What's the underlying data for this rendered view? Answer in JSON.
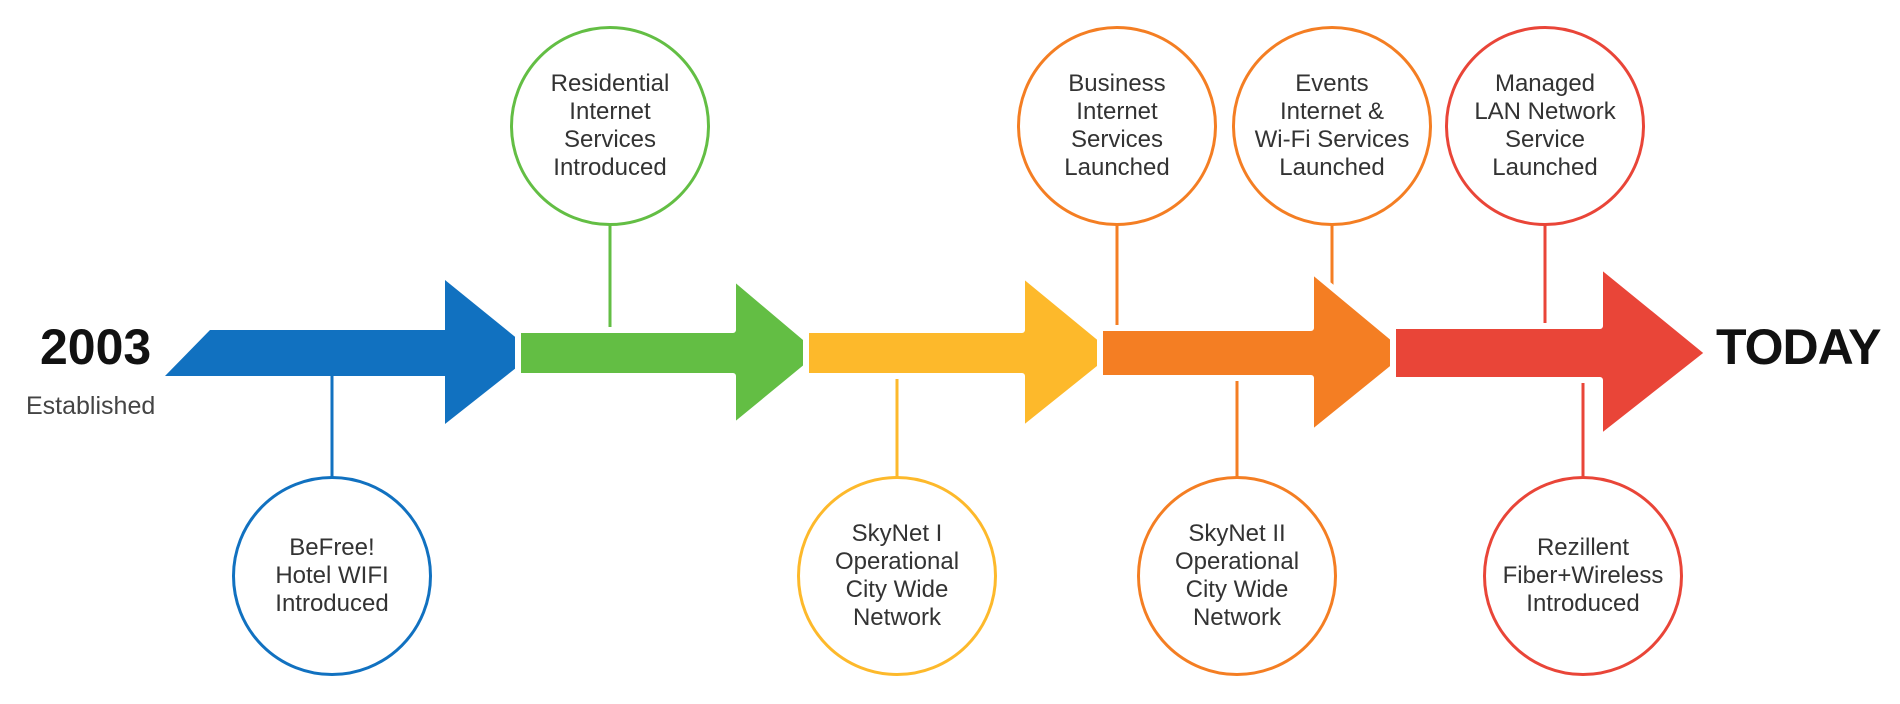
{
  "start": {
    "year": "2003",
    "caption": "Established"
  },
  "end": {
    "label": "TODAY"
  },
  "colors": {
    "blue": "#1171c0",
    "green": "#63be44",
    "yellow": "#fdb92b",
    "orange": "#f47e23",
    "red": "#e94538"
  },
  "milestones": [
    {
      "text": "BeFree!\nHotel WIFI\nIntroduced",
      "color": "blue"
    },
    {
      "text": "Residential\nInternet\nServices\nIntroduced",
      "color": "green"
    },
    {
      "text": "SkyNet I\nOperational\nCity Wide\nNetwork",
      "color": "yellow"
    },
    {
      "text": "Business\nInternet\nServices\nLaunched",
      "color": "orange"
    },
    {
      "text": "SkyNet II\nOperational\nCity Wide\nNetwork",
      "color": "orange"
    },
    {
      "text": "Events\nInternet &\nWi-Fi Services\nLaunched",
      "color": "orange"
    },
    {
      "text": "Managed\nLAN Network\nService\nLaunched",
      "color": "red"
    },
    {
      "text": "Rezillent\nFiber+Wireless\nIntroduced",
      "color": "red"
    }
  ]
}
